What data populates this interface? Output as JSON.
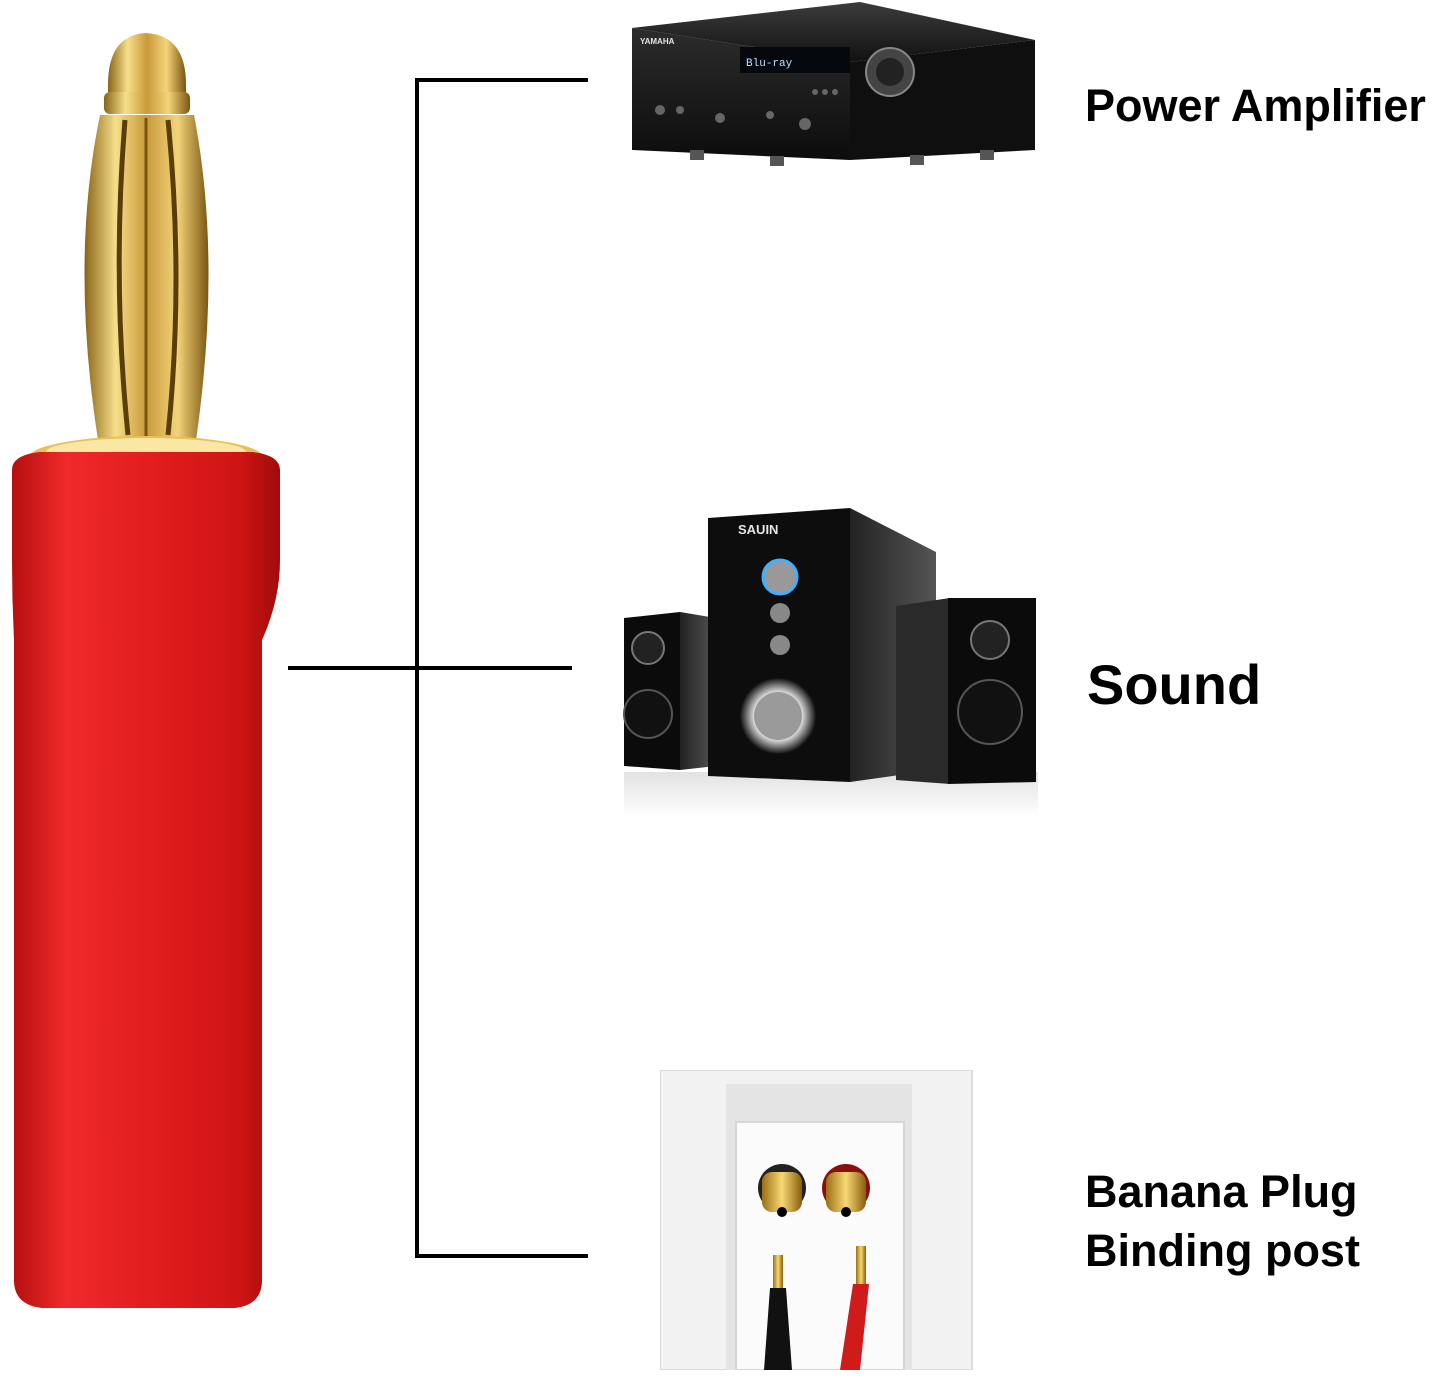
{
  "labels": {
    "power_amplifier": "Power Amplifier",
    "sound": "Sound",
    "binding_post_line1": "Banana Plug",
    "binding_post_line2": "Binding post"
  },
  "amplifier": {
    "brand": "YAMAHA",
    "display": "Blu-ray"
  },
  "speakers": {
    "brand": "SAUIN"
  },
  "colors": {
    "plug_red": "#e31e1e",
    "gold": "#d8b24a",
    "line": "#000000"
  },
  "icons": [
    "banana-plug-image",
    "power-amplifier-image",
    "speaker-set-image",
    "wall-plate-binding-post-image"
  ]
}
